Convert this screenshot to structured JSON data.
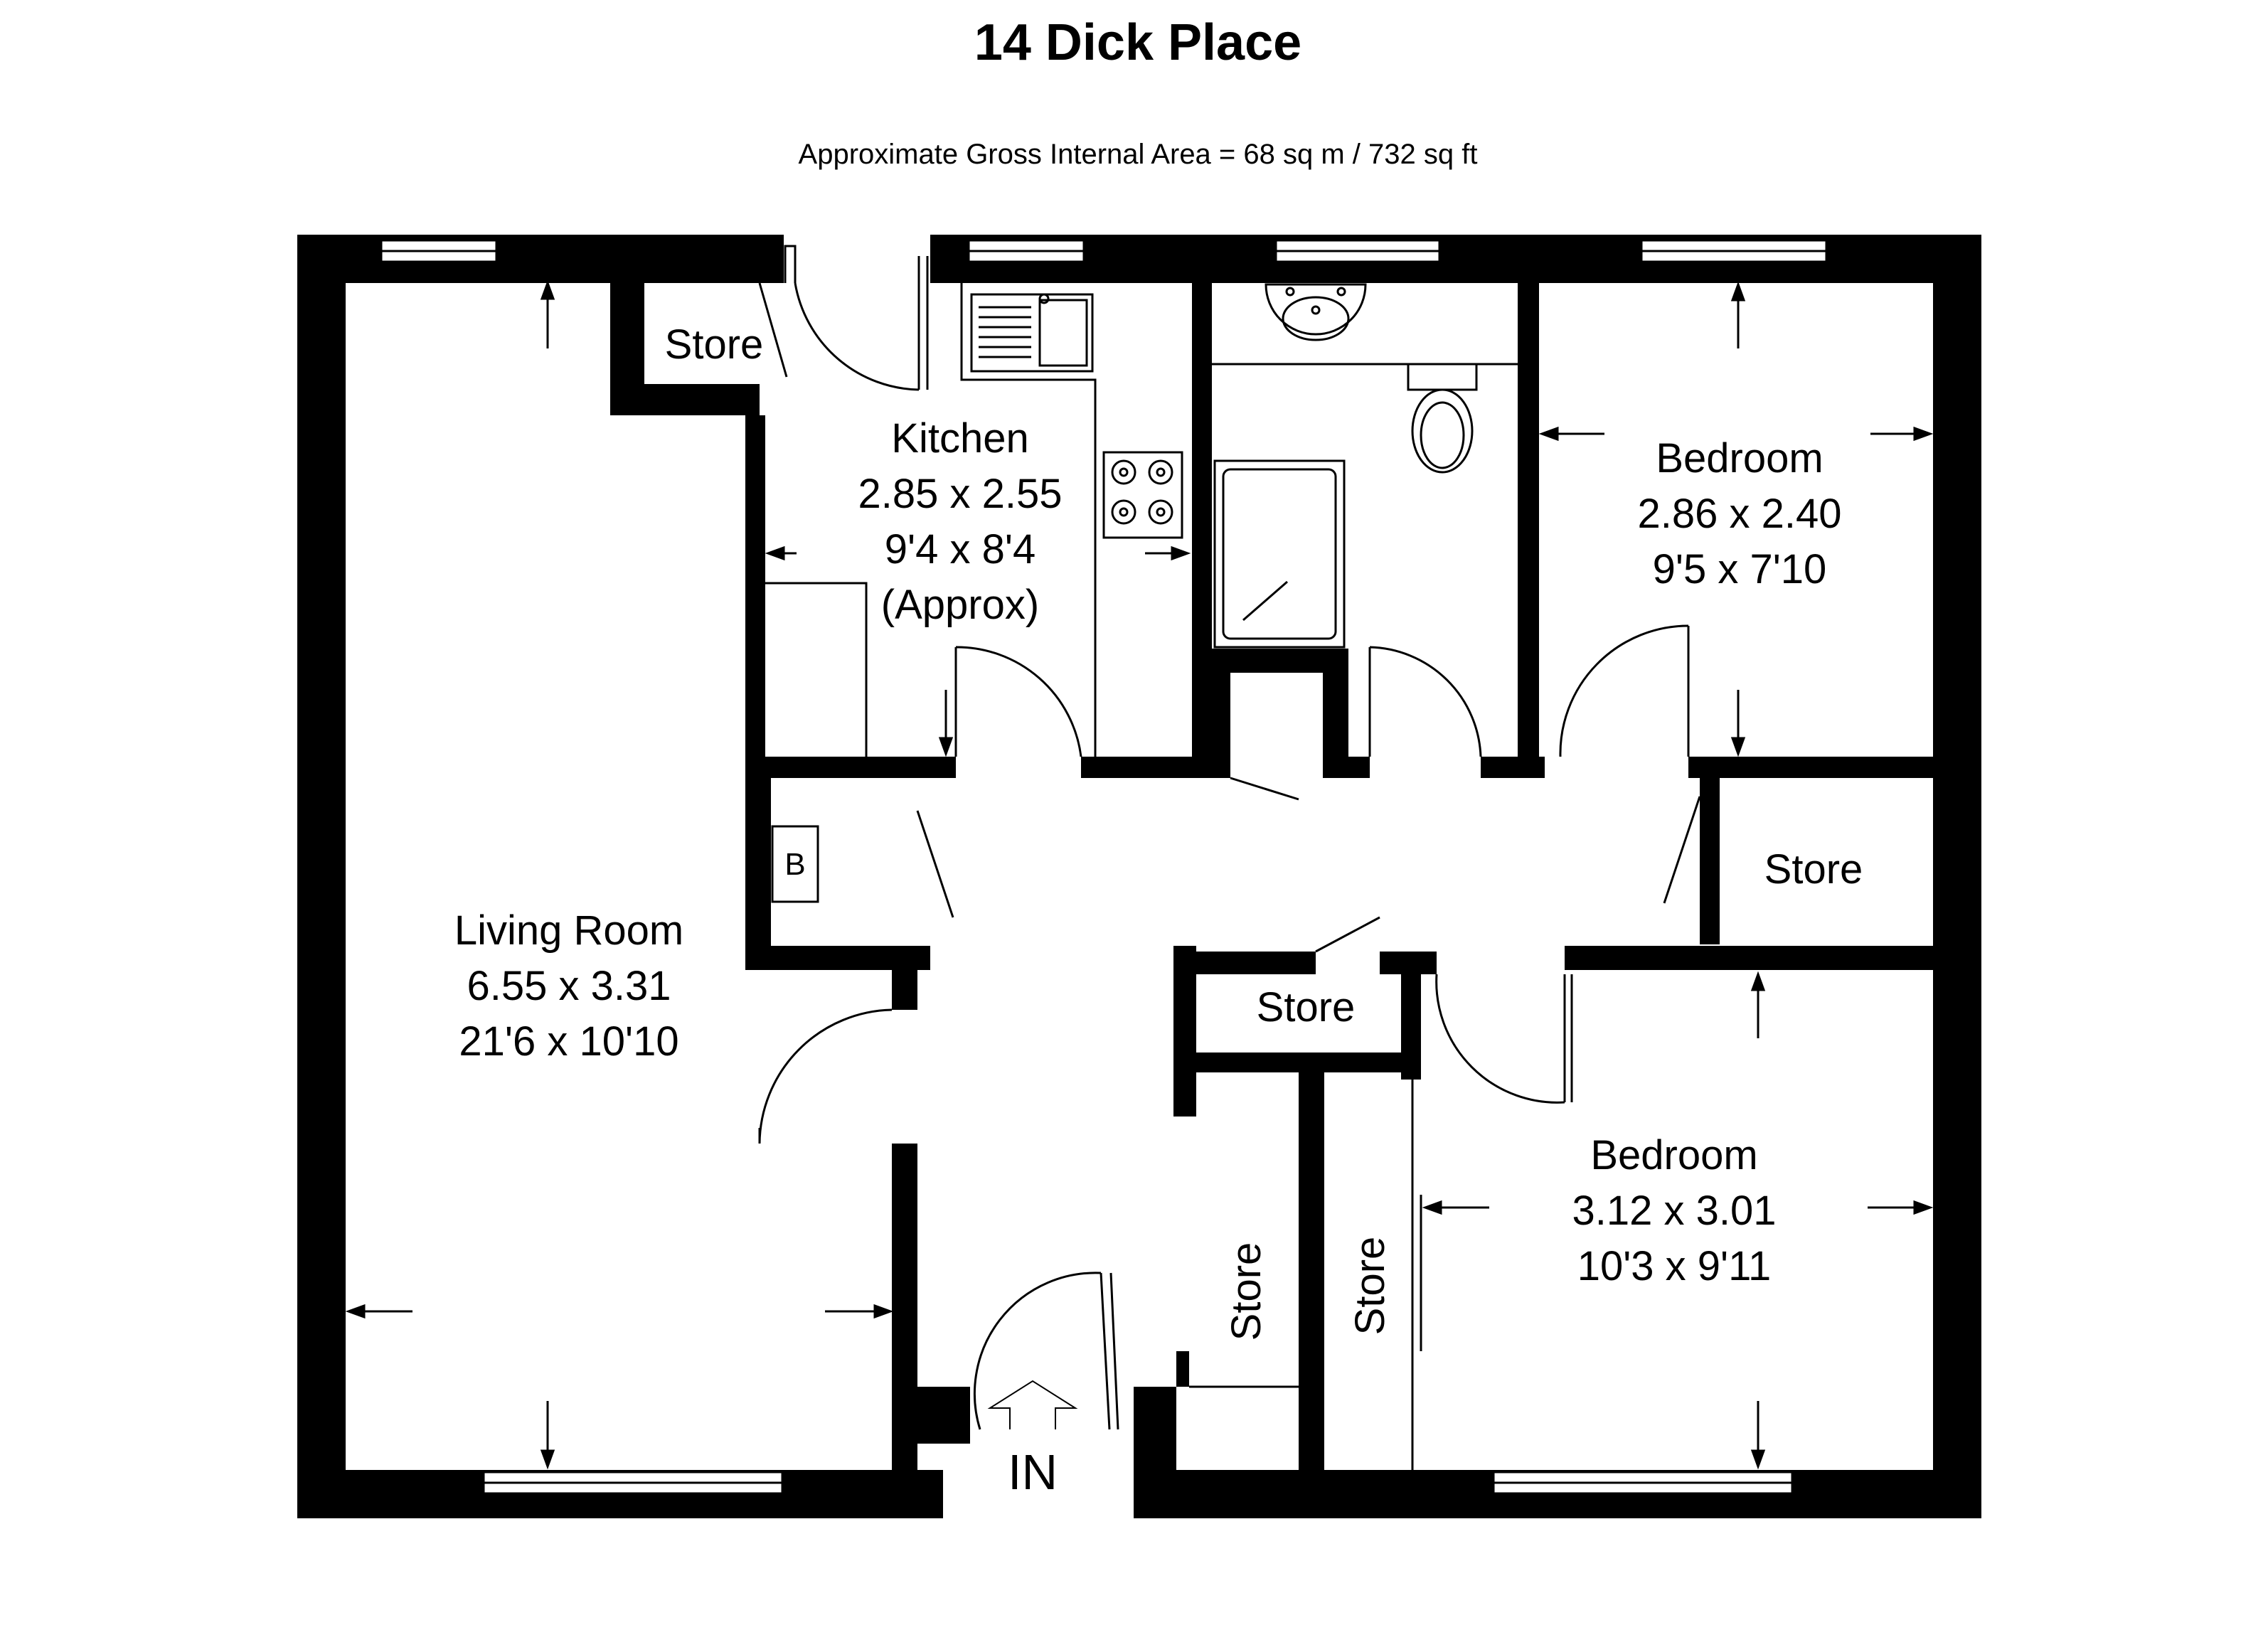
{
  "title": "14 Dick Place",
  "subtitle": "Approximate Gross Internal Area = 68 sq m / 732 sq ft",
  "rooms": {
    "living": {
      "name": "Living Room",
      "metric": "6.55 x 3.31",
      "imperial": "21'6 x 10'10"
    },
    "kitchen": {
      "name": "Kitchen",
      "metric": "2.85 x 2.55",
      "imperial": "9'4 x 8'4",
      "note": "(Approx)"
    },
    "bedroom1": {
      "name": "Bedroom",
      "metric": "2.86 x 2.40",
      "imperial": "9'5 x 7'10"
    },
    "bedroom2": {
      "name": "Bedroom",
      "metric": "3.12 x 3.01",
      "imperial": "10'3 x 9'11"
    }
  },
  "stores": {
    "top_left": "Store",
    "right": "Store",
    "middle": "Store",
    "hall_vertical": "Store",
    "bedroom_vertical": "Store"
  },
  "boiler": "B",
  "entrance": "IN",
  "colors": {
    "wall": "#000000",
    "background": "#ffffff",
    "fixture_line": "#000000"
  }
}
